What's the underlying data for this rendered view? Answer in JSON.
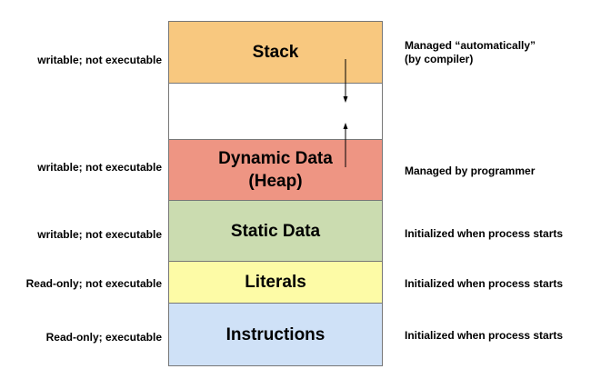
{
  "segments": {
    "stack": {
      "label": "Stack",
      "color": "#f8c87f"
    },
    "free": {
      "color": "#ffffff"
    },
    "heap": {
      "label_line1": "Dynamic Data",
      "label_line2": "(Heap)",
      "color": "#ee9583"
    },
    "static": {
      "label": "Static Data",
      "color": "#cbdcb0"
    },
    "literals": {
      "label": "Literals",
      "color": "#fdfba6"
    },
    "instructions": {
      "label": "Instructions",
      "color": "#cfe1f7"
    }
  },
  "permissions": {
    "stack": "writable; not executable",
    "heap": "writable; not executable",
    "static": "writable; not executable",
    "literals": "Read-only; not executable",
    "instructions": "Read-only; executable"
  },
  "management": {
    "stack_line1": "Managed “automatically”",
    "stack_line2": "(by compiler)",
    "heap": "Managed by programmer",
    "static": "Initialized when process starts",
    "literals": "Initialized when process starts",
    "instructions": "Initialized when process starts"
  },
  "arrows": {
    "stack_growth": "down",
    "heap_growth": "up"
  }
}
